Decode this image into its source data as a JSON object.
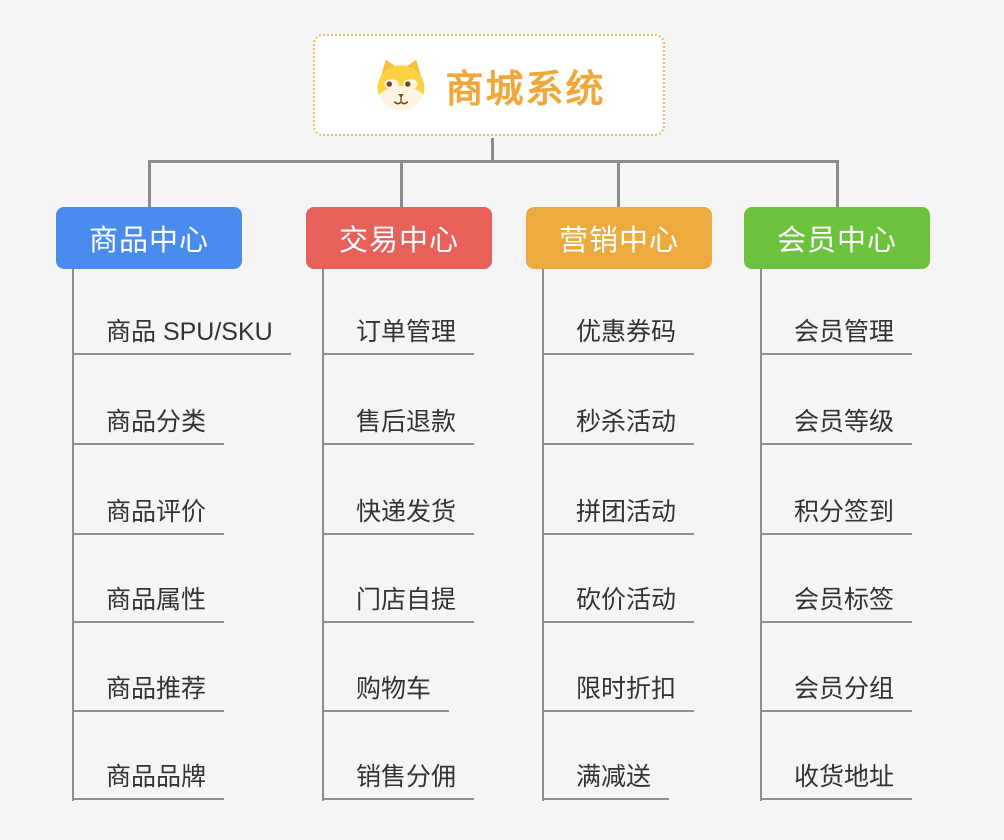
{
  "page": {
    "background_color": "#f5f5f5",
    "connector_color": "#8C8C8C",
    "leaf_text_color": "#333333"
  },
  "root": {
    "title": "商城系统",
    "icon": "dog-face-icon",
    "text_color": "#F2A73B",
    "border_color": "#F2B95F"
  },
  "branches": [
    {
      "label": "商品中心",
      "color": "#4A8CEE",
      "items": [
        "商品 SPU/SKU",
        "商品分类",
        "商品评价",
        "商品属性",
        "商品推荐",
        "商品品牌"
      ]
    },
    {
      "label": "交易中心",
      "color": "#E7605A",
      "items": [
        "订单管理",
        "售后退款",
        "快递发货",
        "门店自提",
        "购物车",
        "销售分佣"
      ]
    },
    {
      "label": "营销中心",
      "color": "#EDAA3E",
      "items": [
        "优惠券码",
        "秒杀活动",
        "拼团活动",
        "砍价活动",
        "限时折扣",
        "满减送"
      ]
    },
    {
      "label": "会员中心",
      "color": "#6CC13D",
      "items": [
        "会员管理",
        "会员等级",
        "积分签到",
        "会员标签",
        "会员分组",
        "收货地址"
      ]
    }
  ]
}
